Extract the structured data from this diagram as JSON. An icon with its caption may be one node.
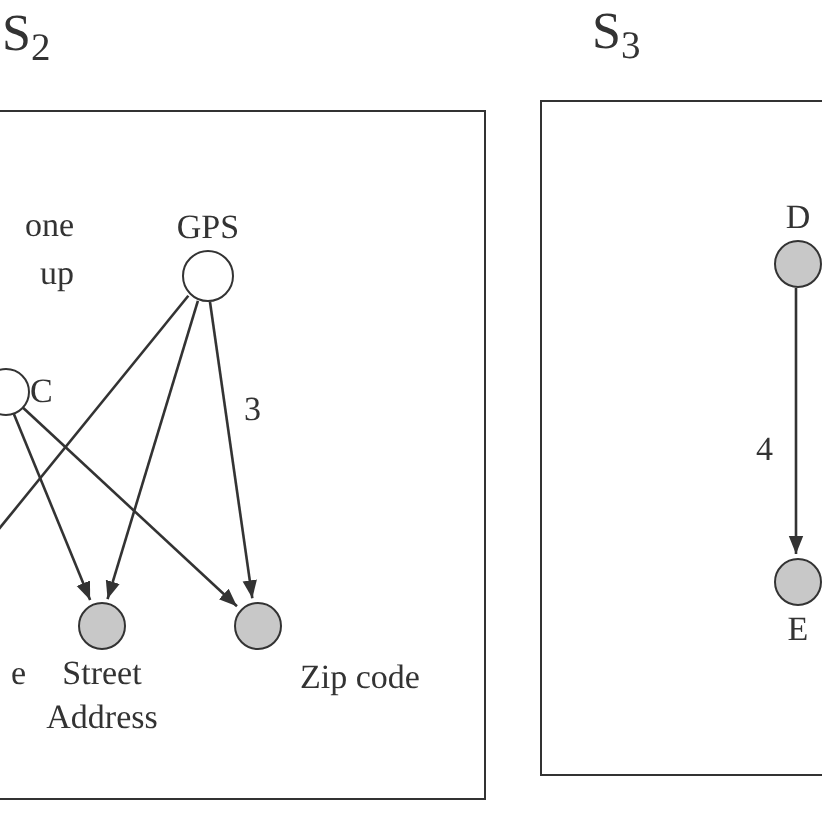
{
  "diagram": {
    "nodes": [
      {
        "text": [
          "S$_{2}$"
        ]
      },
      {
        "text": [
          "one up"
        ],
        "in": 0
      },
      {
        "text": [
          "GPS"
        ],
        "in": 0
      },
      {
        "text": [
          "C"
        ],
        "in": 0
      },
      {
        "text": [
          "e"
        ],
        "in": 0
      },
      {
        "text": [
          "Street Address"
        ],
        "in": 0
      },
      {
        "text": [
          "Zip code"
        ],
        "in": 0
      },
      {
        "text": [
          "S$_{3}$"
        ]
      },
      {
        "text": [
          "D"
        ],
        "in": 7
      },
      {
        "text": [
          "E"
        ],
        "in": 7
      }
    ],
    "edges": [
      {
        "from": 2,
        "to": null,
        "arrow": "none"
      },
      {
        "from": 2,
        "to": 5,
        "arrow": "to"
      },
      {
        "from": 2,
        "to": 6,
        "arrow": "to",
        "label": "3"
      },
      {
        "from": 3,
        "to": 5,
        "arrow": "to"
      },
      {
        "from": 3,
        "to": 6,
        "arrow": "to"
      },
      {
        "from": 8,
        "to": 9,
        "arrow": "to",
        "label": "4"
      }
    ]
  }
}
